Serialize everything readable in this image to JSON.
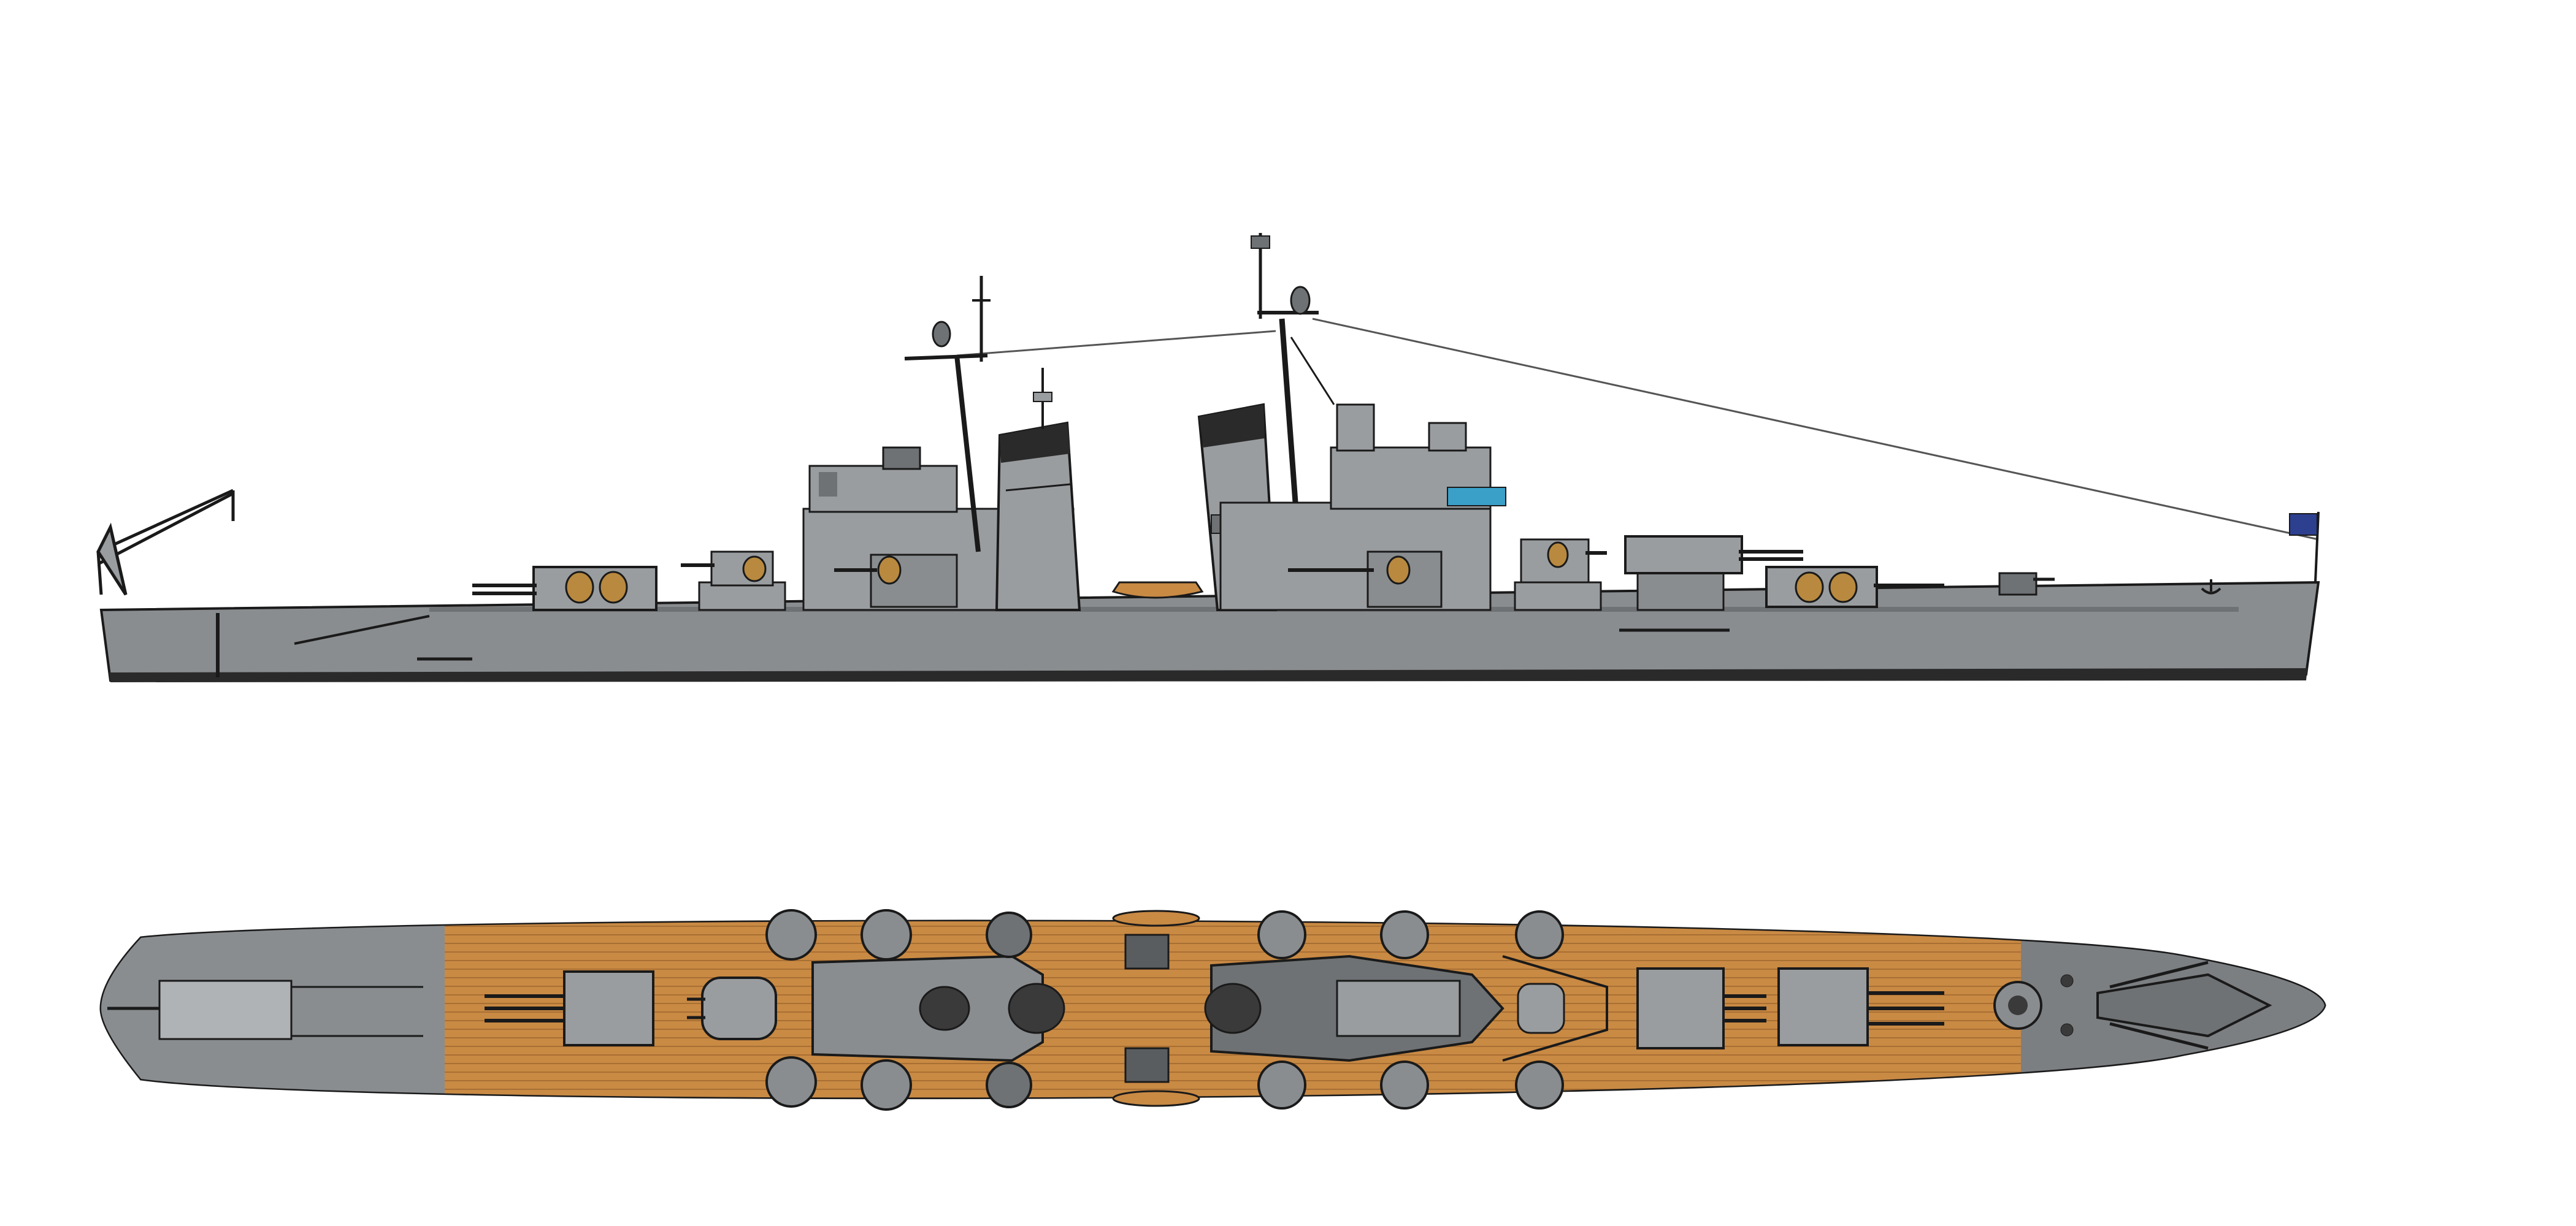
{
  "colors": {
    "background": "#ffffff",
    "hull_gray": "#8a8d90",
    "superstructure_gray": "#9a9da0",
    "dark_gray": "#6f7274",
    "boot_topping": "#2a2a2a",
    "outline": "#1a1a1a",
    "wood_deck": "#c98a44",
    "wood_plank_line": "#a86f33",
    "steel_deck": "#7c7f82",
    "turret_bronze": "#b8893f",
    "window_blue": "#3aa0c8",
    "flag_blue": "#2d3f8f"
  },
  "views": [
    {
      "id": "profile",
      "description_key": "side-profile"
    },
    {
      "id": "plan",
      "description_key": "top-plan"
    }
  ]
}
